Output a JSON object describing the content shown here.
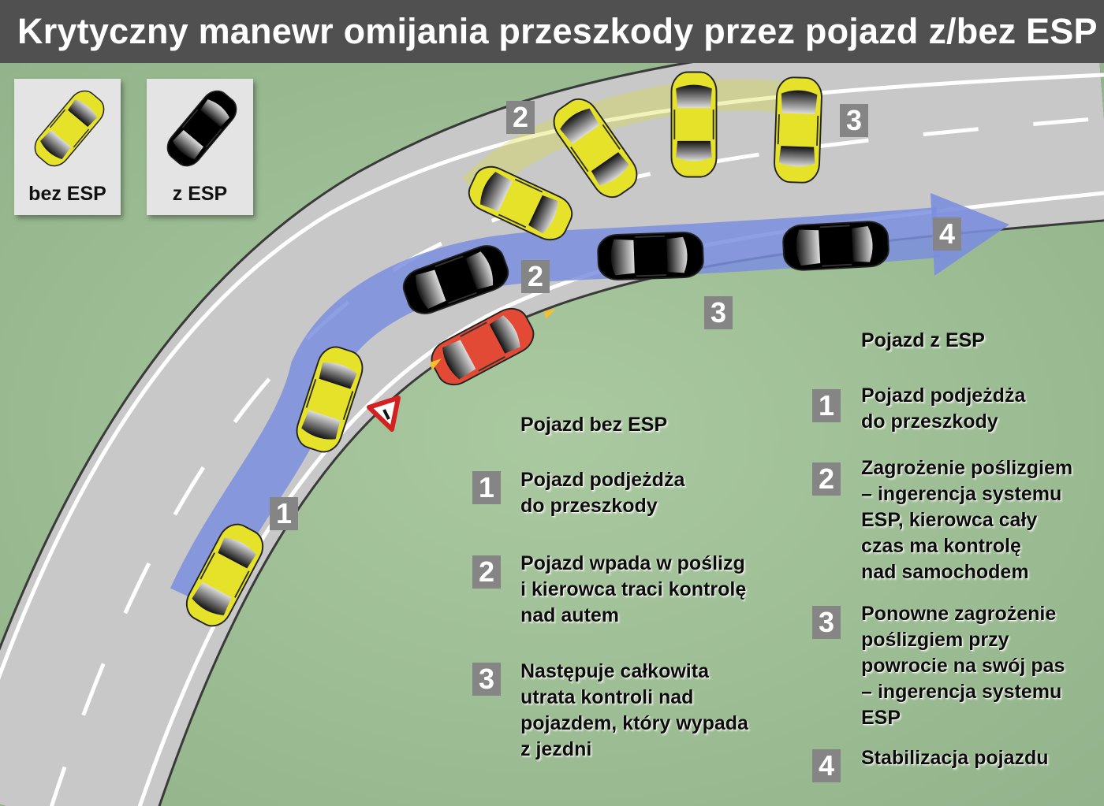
{
  "title": "Krytyczny manewr omijania przeszkody przez pojazd z/bez ESP",
  "colors": {
    "title_bar": "#505050",
    "grass": "#9fbf95",
    "road": "#c8c8c8",
    "path_arrow": "#7b8ede",
    "car_without_esp": "#e6e22a",
    "car_with_esp": "#000000",
    "obstacle_car": "#e24a35",
    "badge": "#858585"
  },
  "legend": [
    {
      "label": "bez ESP",
      "car_color": "yellow",
      "icon": "yellow-car-icon"
    },
    {
      "label": "z ESP",
      "car_color": "black",
      "icon": "black-car-icon"
    }
  ],
  "diagram": {
    "badges": {
      "path_without_esp": [
        "2",
        "3"
      ],
      "path_with_esp": [
        "1",
        "2",
        "3",
        "4"
      ]
    },
    "obstacle": "red-car",
    "warning_sign": "warning-triangle-icon"
  },
  "without_esp": {
    "heading": "Pojazd bez ESP",
    "steps": [
      {
        "num": "1",
        "text": "Pojazd podjeżdża\ndo przeszkody"
      },
      {
        "num": "2",
        "text": "Pojazd wpada w poślizg\ni kierowca traci kontrolę\nnad autem"
      },
      {
        "num": "3",
        "text": "Następuje całkowita\nutrata kontroli nad\npojazdem, który wypada\nz jezdni"
      }
    ]
  },
  "with_esp": {
    "heading": "Pojazd z ESP",
    "steps": [
      {
        "num": "1",
        "text": "Pojazd podjeżdża\ndo przeszkody"
      },
      {
        "num": "2",
        "text": "Zagrożenie poślizgiem\n– ingerencja systemu\nESP, kierowca cały\nczas ma kontrolę\nnad samochodem"
      },
      {
        "num": "3",
        "text": "Ponowne zagrożenie\npoślizgiem przy\npowrocie na swój pas\n– ingerencja systemu\nESP"
      },
      {
        "num": "4",
        "text": "Stabilizacja pojazdu"
      }
    ]
  }
}
